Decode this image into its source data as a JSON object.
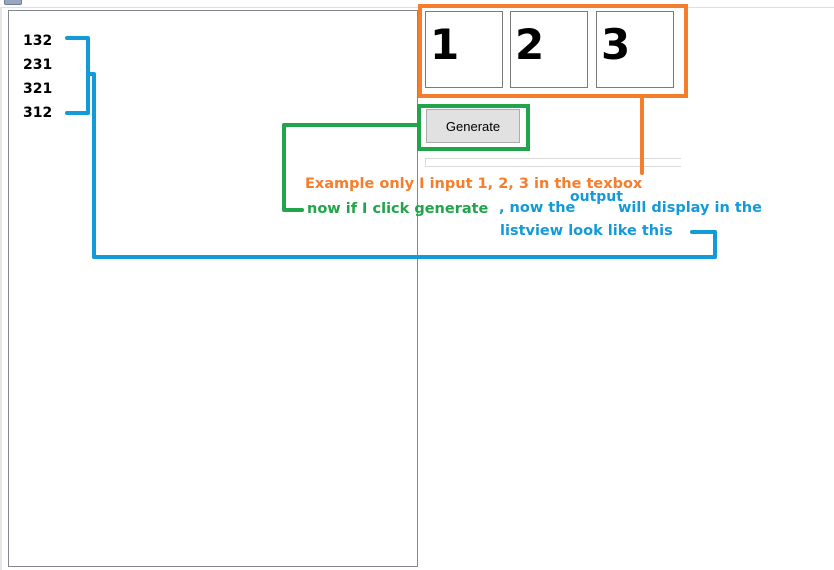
{
  "window": {
    "icon": "app-icon"
  },
  "listview": {
    "items": [
      "132",
      "231",
      "321",
      "312"
    ]
  },
  "textboxes": [
    {
      "value": "1"
    },
    {
      "value": "2"
    },
    {
      "value": "3"
    }
  ],
  "toolbar": {
    "generate_label": "Generate"
  },
  "progress": {
    "value": 0
  },
  "annotations": {
    "orange_text": "Example only I input 1, 2, 3 in the texbox",
    "green_text": "now if I click generate",
    "blue_line1_part1": ", now the",
    "blue_superscript": "output",
    "blue_line1_part2": "will display in the",
    "blue_line2": "listview look like this",
    "colors": {
      "orange": "#f47e2c",
      "green": "#21a44a",
      "blue": "#129ad9"
    }
  }
}
